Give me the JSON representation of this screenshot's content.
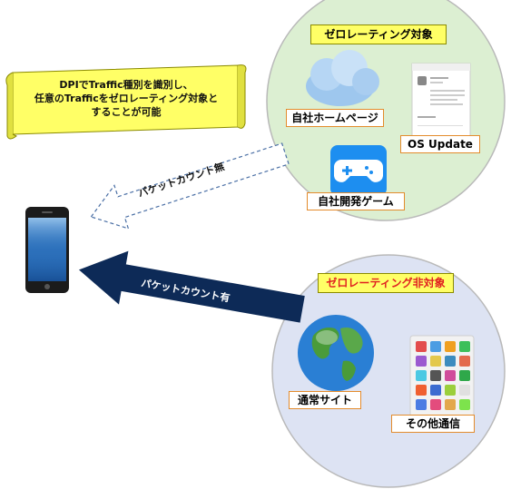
{
  "scroll_note": {
    "line1": "DPIでTraffic種別を識別し、",
    "line2": "任意のTrafficをゼロレーティング対象と",
    "line3": "することが可能"
  },
  "zero_rated": {
    "title": "ゼロレーティング対象",
    "items": [
      {
        "label": "自社ホームページ",
        "icon": "cloud-icon"
      },
      {
        "label": "OS Update",
        "icon": "app-store-page-icon"
      },
      {
        "label": "自社開発ゲーム",
        "icon": "gamepad-icon"
      }
    ]
  },
  "non_zero_rated": {
    "title": "ゼロレーティング非対象",
    "items": [
      {
        "label": "通常サイト",
        "icon": "globe-icon"
      },
      {
        "label": "その他通信",
        "icon": "app-grid-icon"
      }
    ]
  },
  "arrows": {
    "upper": "パケットカウント無",
    "lower": "パケットカウント有"
  },
  "colors": {
    "top_circle": "#dcefd2",
    "bottom_circle": "#dde3f3",
    "arrow_dark": "#0d2a57",
    "title_yellow": "#ffff66",
    "alert_red": "#e02020"
  }
}
